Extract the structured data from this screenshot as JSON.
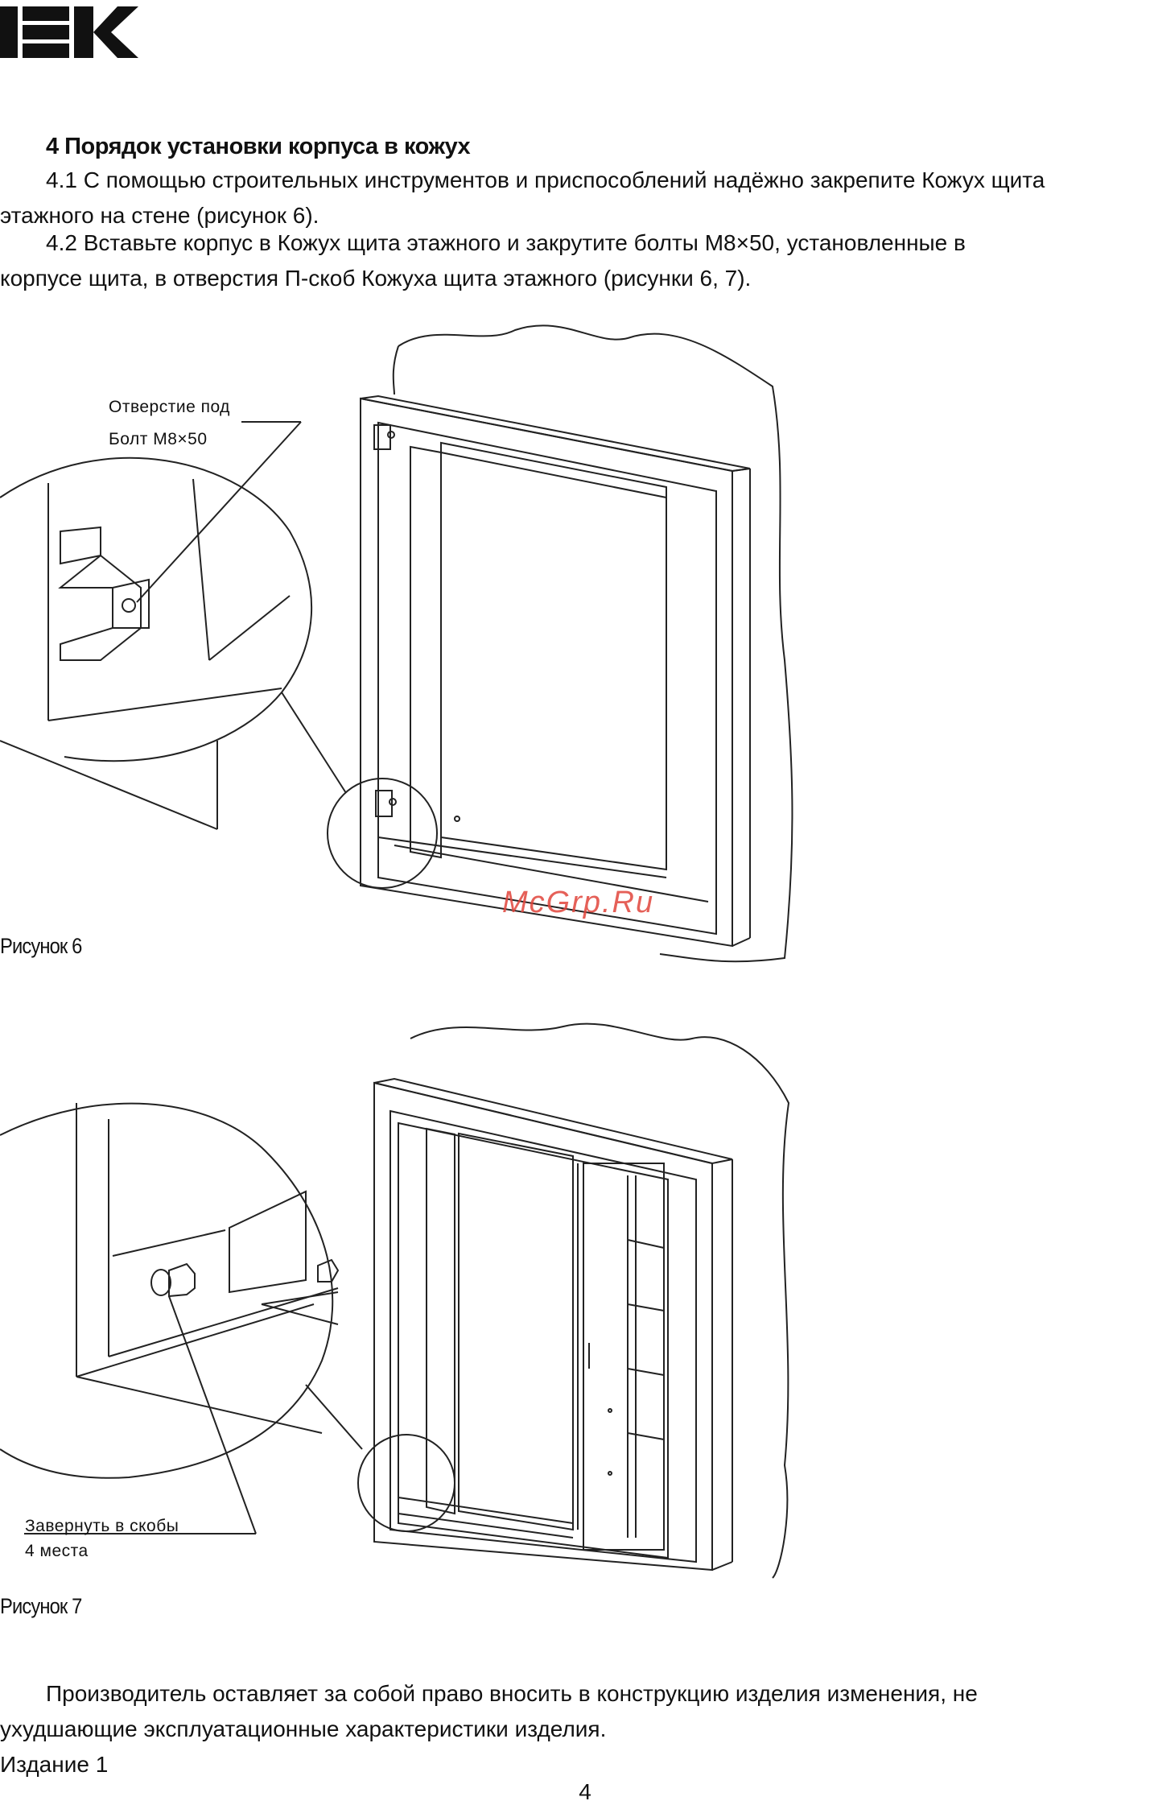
{
  "logo": {
    "text": "IEK"
  },
  "section": {
    "heading": "4  Порядок установки корпуса в кожух",
    "p1_line1": "4.1  С помощью строительных инструментов и приспособлений надёжно закрепите Кожух щита",
    "p1_line2": "этажного на стене (рисунок 6).",
    "p2_line1": "4.2  Вставьте корпус в Кожух щита этажного и закрутите болты М8×50, установленные в",
    "p2_line2": "корпусе щита, в отверстия П-скоб Кожуха щита этажного (рисунки 6, 7)."
  },
  "figure6": {
    "callout_line1": "Отверстие под",
    "callout_line2": "Болт М8×50",
    "caption": "Рисунок 6"
  },
  "figure7": {
    "callout_line1": "Завернуть в скобы",
    "callout_line2": "4 места",
    "caption": "Рисунок 7"
  },
  "watermark": "McGrp.Ru",
  "footer": {
    "note_line1": "Производитель оставляет за собой право вносить в конструкцию изделия изменения, не",
    "note_line2": "ухудшающие эксплуатационные характеристики изделия.",
    "edition": "Издание 1"
  },
  "page_number": "4"
}
